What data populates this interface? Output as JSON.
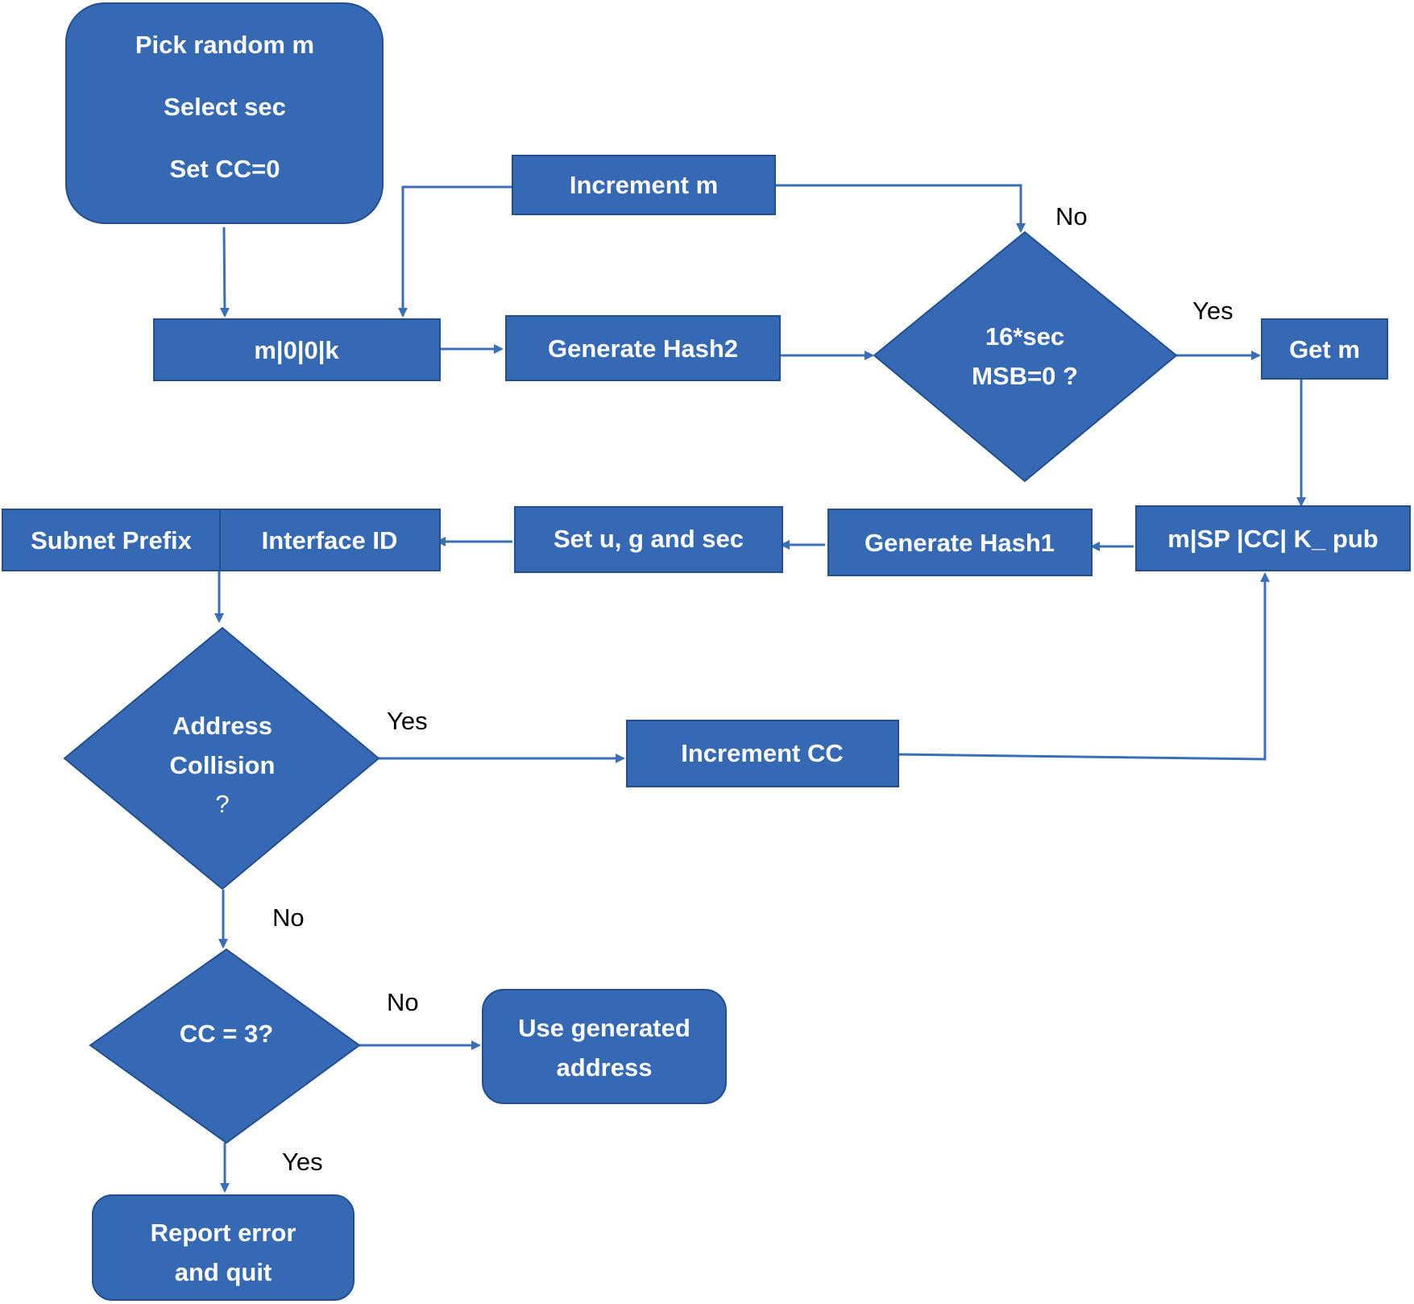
{
  "colors": {
    "node_fill": "#3569b3",
    "node_stroke": "#244f8f",
    "edge": "#3a6fb8",
    "label_text": "#000000",
    "node_text": "#ffffff"
  },
  "nodes": {
    "start": {
      "lines": [
        "Pick random m",
        "Select sec",
        "Set CC=0"
      ]
    },
    "increment_m": {
      "label": "Increment m"
    },
    "m00k": {
      "label": "m|0|0|k"
    },
    "generate_hash2": {
      "label": "Generate Hash2"
    },
    "msb_check": {
      "lines": [
        "16*sec",
        "MSB=0 ?"
      ]
    },
    "get_m": {
      "label": "Get m"
    },
    "concat": {
      "label": "m|SP |CC| K_ pub"
    },
    "generate_hash1": {
      "label": "Generate Hash1"
    },
    "set_ugsec": {
      "label": "Set u, g and sec"
    },
    "subnet_prefix": {
      "label": "Subnet Prefix"
    },
    "interface_id": {
      "label": "Interface ID"
    },
    "collision_check": {
      "lines": [
        "Address",
        "Collision",
        "?"
      ]
    },
    "increment_cc": {
      "label": "Increment CC"
    },
    "cc_check": {
      "label": "CC = 3?"
    },
    "use_address": {
      "lines": [
        "Use generated",
        "address"
      ]
    },
    "report_error": {
      "lines": [
        "Report error",
        "and quit"
      ]
    }
  },
  "edge_labels": {
    "msb_no": "No",
    "msb_yes": "Yes",
    "collision_yes": "Yes",
    "collision_no": "No",
    "cc_no": "No",
    "cc_yes": "Yes"
  }
}
